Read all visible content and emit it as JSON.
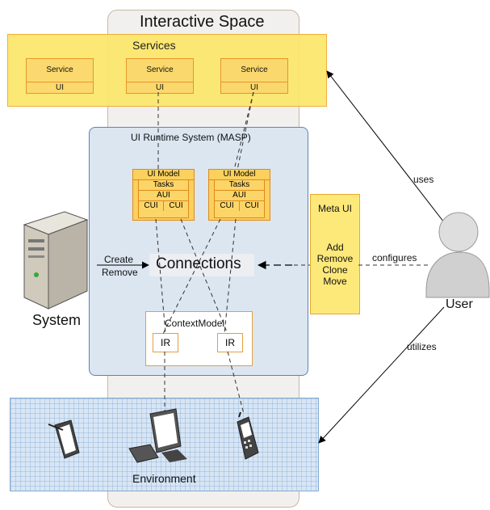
{
  "interactive_space": {
    "title": "Interactive Space"
  },
  "services": {
    "title": "Services",
    "items": [
      {
        "service": "Service",
        "ui": "UI"
      },
      {
        "service": "Service",
        "ui": "UI"
      },
      {
        "service": "Service",
        "ui": "UI"
      }
    ]
  },
  "runtime": {
    "title": "UI Runtime System (MASP)",
    "ui_models": [
      {
        "title": "UI Model",
        "tasks": "Tasks",
        "aui": "AUI",
        "cui": [
          "CUI",
          "CUI"
        ]
      },
      {
        "title": "UI Model",
        "tasks": "Tasks",
        "aui": "AUI",
        "cui": [
          "CUI",
          "CUI"
        ]
      }
    ],
    "connections": "Connections",
    "context_model": {
      "title": "ContextModel",
      "ir": [
        "IR",
        "IR"
      ]
    }
  },
  "system": {
    "label": "System",
    "action_create": "Create",
    "action_remove": "Remove"
  },
  "meta_ui": {
    "title": "Meta UI",
    "actions": [
      "Add",
      "Remove",
      "Clone",
      "Move"
    ]
  },
  "user": {
    "label": "User",
    "edge_uses": "uses",
    "edge_configures": "configures",
    "edge_utilizes": "utilizes"
  },
  "environment": {
    "label": "Environment"
  },
  "icons": [
    "server-icon",
    "user-icon",
    "tablet-icon",
    "desktop-computer-icon",
    "mobile-phone-icon"
  ],
  "colors": {
    "service_fill": "#fcd764",
    "runtime_fill": "#dbe6f1",
    "meta_ui_fill": "#fde97a",
    "environment_fill": "#d6e5f5"
  }
}
